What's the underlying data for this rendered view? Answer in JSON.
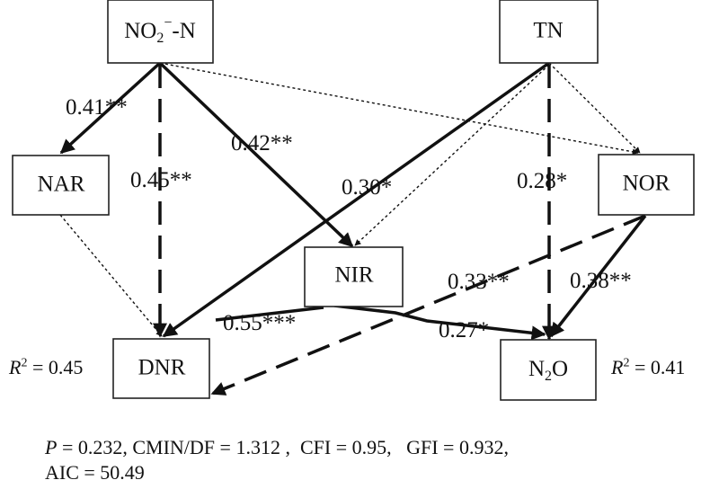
{
  "nodes": {
    "no2n": {
      "prefix": "NO",
      "sub": "2",
      "sup": "−",
      "suffix": "-N"
    },
    "tn": {
      "label": "TN"
    },
    "nar": {
      "label": "NAR"
    },
    "nor": {
      "label": "NOR"
    },
    "nir": {
      "label": "NIR"
    },
    "dnr": {
      "label": "DNR"
    },
    "n2o": {
      "prefix": "N",
      "sub": "2",
      "suffix": "O"
    }
  },
  "paths": [
    {
      "from": "NO2-N",
      "to": "NAR",
      "coefficient": "0.41**",
      "style": "solid"
    },
    {
      "from": "NO2-N",
      "to": "DNR",
      "coefficient": "0.45**",
      "style": "dashed"
    },
    {
      "from": "NO2-N",
      "to": "NIR",
      "coefficient": "0.42**",
      "style": "solid"
    },
    {
      "from": "NO2-N",
      "to": "NOR",
      "coefficient": "",
      "style": "dotted"
    },
    {
      "from": "TN",
      "to": "DNR",
      "coefficient": "0.30*",
      "style": "solid"
    },
    {
      "from": "TN",
      "to": "N2O",
      "coefficient": "0.28*",
      "style": "dashed"
    },
    {
      "from": "TN",
      "to": "NIR",
      "coefficient": "",
      "style": "dotted"
    },
    {
      "from": "TN",
      "to": "NOR",
      "coefficient": "",
      "style": "dotted"
    },
    {
      "from": "NAR",
      "to": "DNR",
      "coefficient": "",
      "style": "dotted"
    },
    {
      "from": "NIR",
      "to": "DNR",
      "coefficient": "0.55***",
      "style": "solid"
    },
    {
      "from": "NIR",
      "to": "N2O",
      "coefficient": "0.27*",
      "style": "solid"
    },
    {
      "from": "NOR",
      "to": "DNR",
      "coefficient": "0.33**",
      "style": "dashed"
    },
    {
      "from": "NOR",
      "to": "N2O",
      "coefficient": "0.38**",
      "style": "solid"
    }
  ],
  "r2": {
    "dnr": {
      "symbol": "R",
      "exp": "2",
      "value": " = 0.45"
    },
    "n2o": {
      "symbol": "R",
      "exp": "2",
      "value": " = 0.41"
    }
  },
  "fit": {
    "p_symbol": "P",
    "line1_rest": " = 0.232, CMIN/DF = 1.312 ,  CFI = 0.95,   GFI = 0.932,",
    "line2": "AIC = 50.49"
  }
}
